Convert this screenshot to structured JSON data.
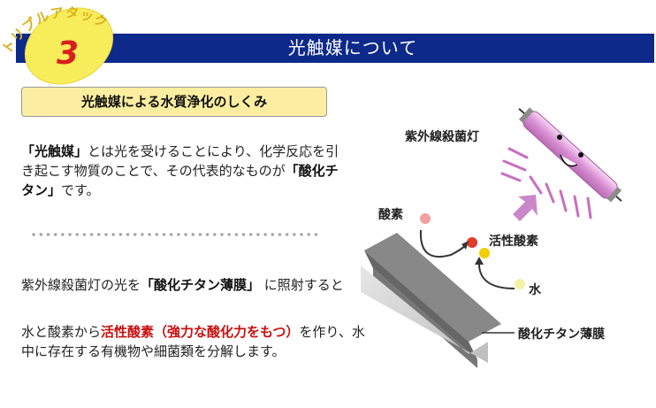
{
  "header": {
    "badge_text": "トリプルアタック",
    "badge_number": "3",
    "title": "光触媒について"
  },
  "section": {
    "subtitle": "光触媒による水質浄化のしくみ"
  },
  "paragraph1": {
    "t1": "「光触媒」",
    "t2": "とは光を受けることにより、化学反応を引き起こす物質のことで、その代表的なものが",
    "t3": "「酸化チタン」",
    "t4": "です。"
  },
  "paragraph2": {
    "t1": "紫外線殺菌灯の光を",
    "t2": "「酸化チタン薄膜」",
    "t3": " に照射すると"
  },
  "paragraph3": {
    "t1": "水と酸素から",
    "t2": "活性酸素（強力な酸化力をもつ）",
    "t3": "を作り、水中に存在する有機物や細菌類を分解します。"
  },
  "diagram": {
    "lamp_label": "紫外線殺菌灯",
    "oxygen_label": "酸素",
    "active_oxygen_label": "活性酸素",
    "water_label": "水",
    "film_label": "酸化チタン薄膜"
  },
  "colors": {
    "header_bg": "#0d2a8a",
    "badge_fill": "#f7ec5a",
    "subtitle_bg": "#fbeea0",
    "accent_red": "#c81010",
    "lamp_tube": "#e0a8de",
    "uv_rays": "#c86fc0"
  }
}
